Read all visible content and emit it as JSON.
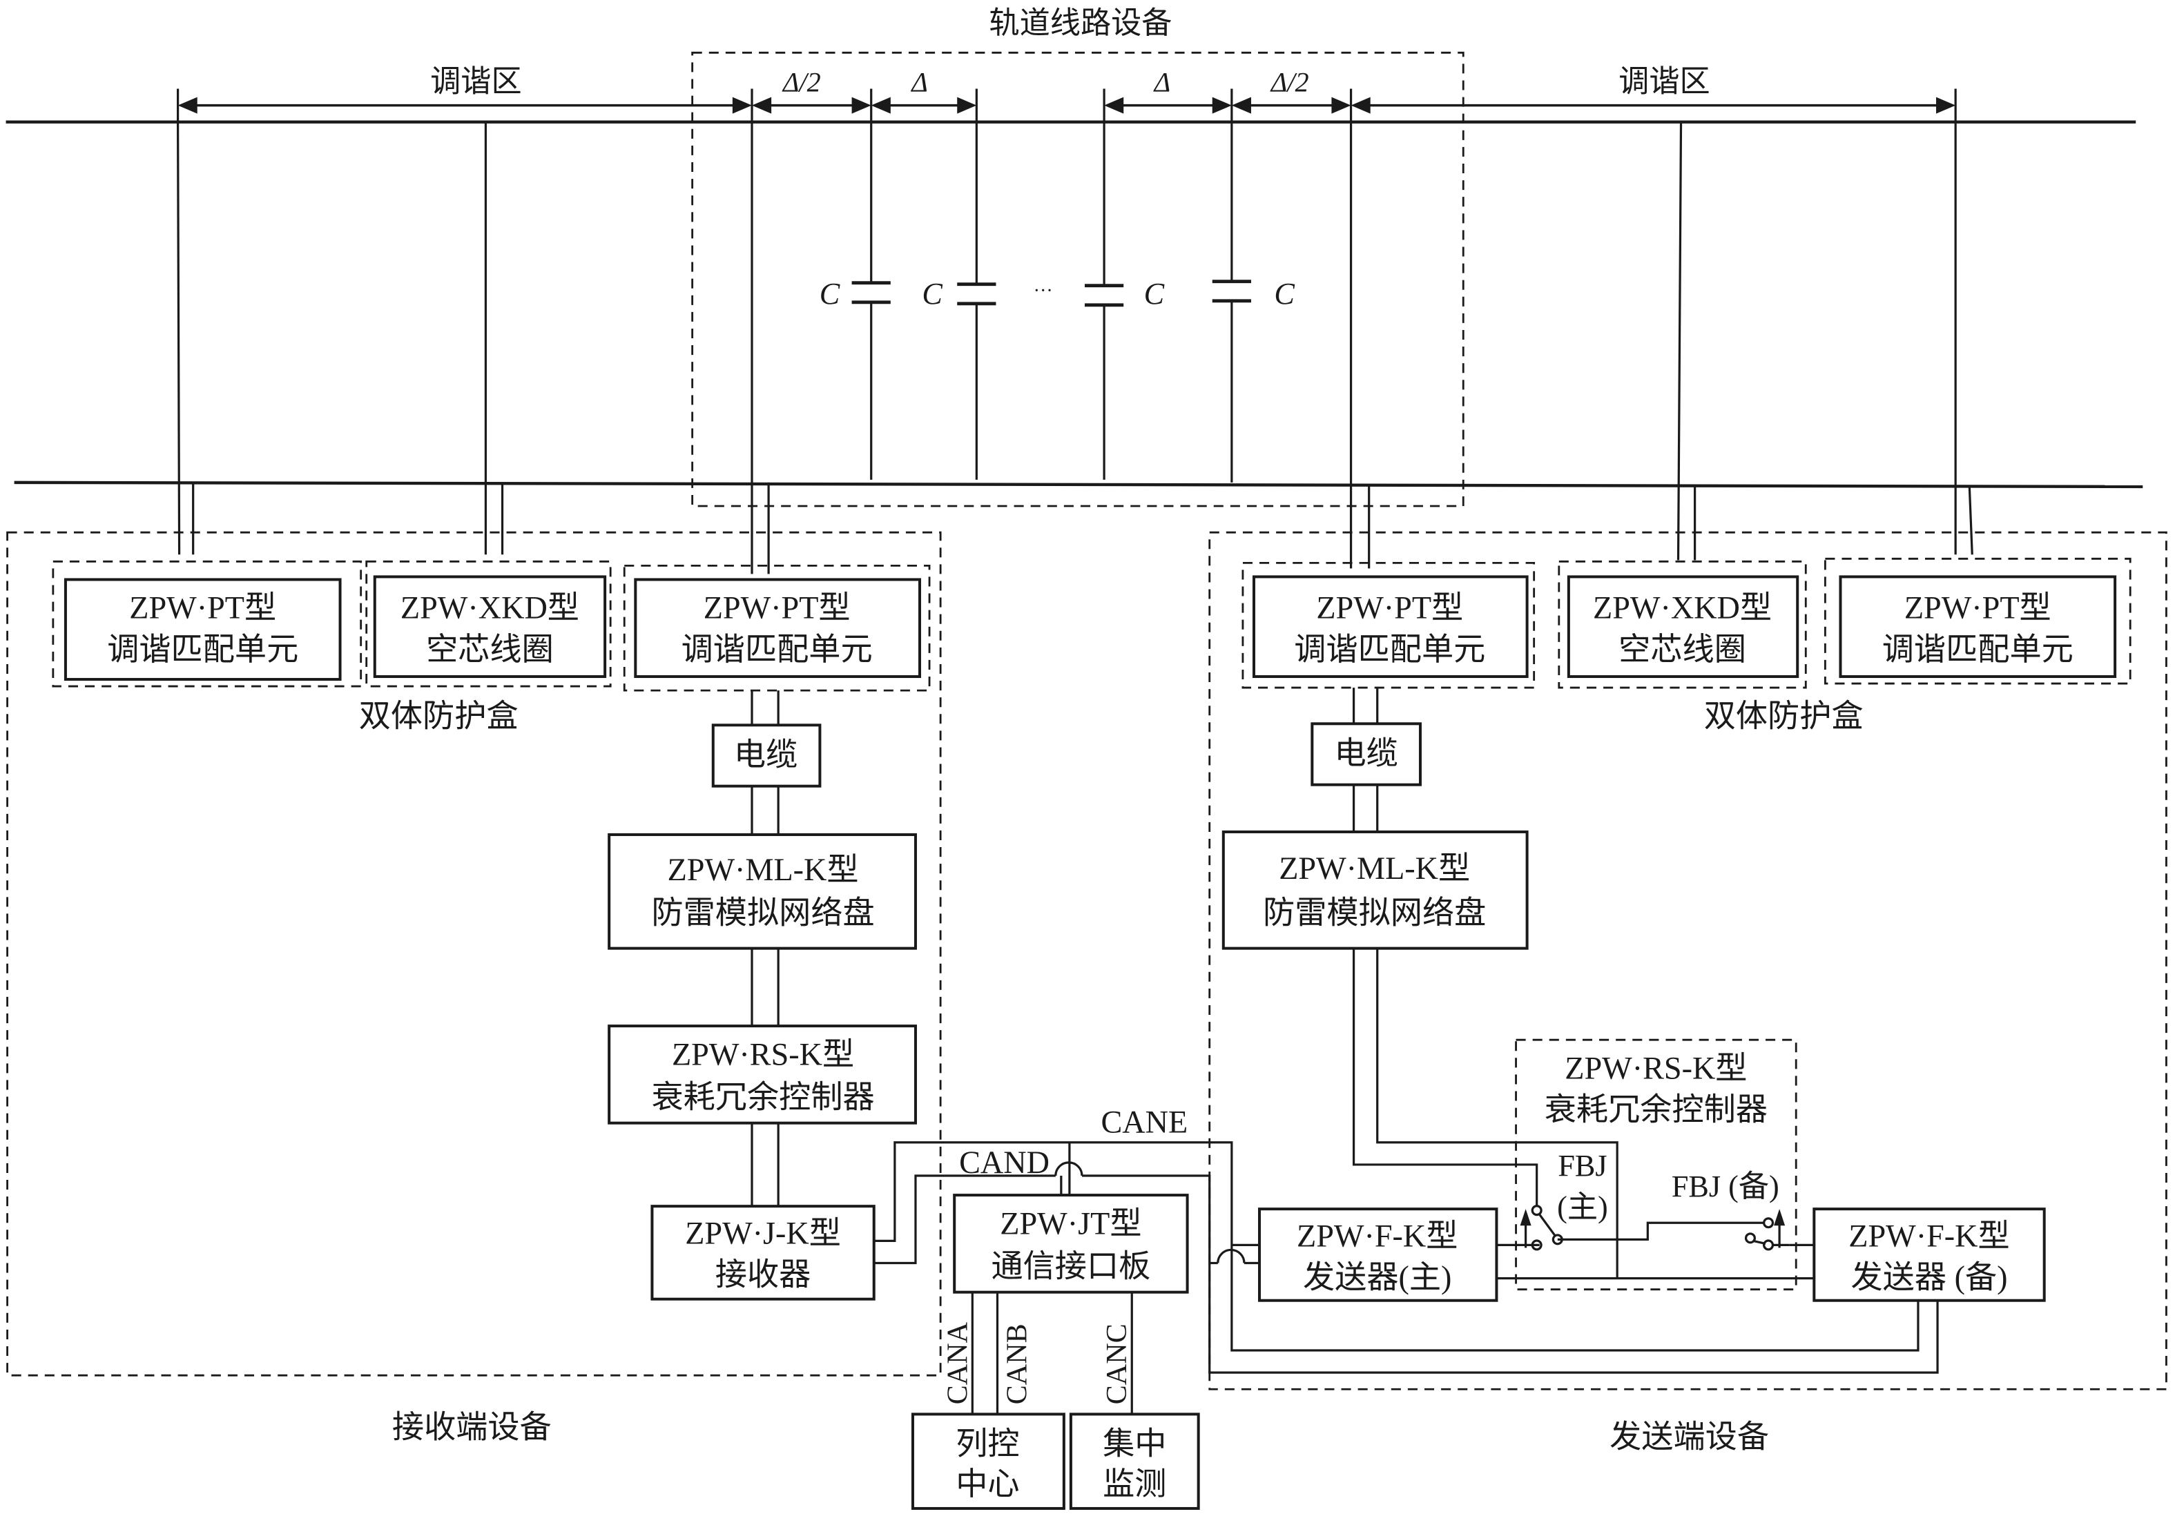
{
  "title": "轨道线路设备",
  "dimensions": {
    "tuning_zone_left": "调谐区",
    "tuning_zone_right": "调谐区",
    "half_delta": "Δ/2",
    "delta": "Δ",
    "capacitor": "C",
    "ellipsis": "···"
  },
  "receive_side": {
    "group_label": "接收端设备",
    "protection_box_label": "双体防护盒",
    "pt_unit_1": {
      "line1": "ZPW·PT型",
      "line2": "调谐匹配单元"
    },
    "xkd_coil": {
      "line1": "ZPW·XKD型",
      "line2": "空芯线圈"
    },
    "pt_unit_2": {
      "line1": "ZPW·PT型",
      "line2": "调谐匹配单元"
    },
    "cable": "电缆",
    "ml_k": {
      "line1": "ZPW·ML-K型",
      "line2": "防雷模拟网络盘"
    },
    "rs_k": {
      "line1": "ZPW·RS-K型",
      "line2": "衰耗冗余控制器"
    },
    "j_k": {
      "line1": "ZPW·J-K型",
      "line2": "接收器"
    }
  },
  "send_side": {
    "group_label": "发送端设备",
    "protection_box_label": "双体防护盒",
    "pt_unit_1": {
      "line1": "ZPW·PT型",
      "line2": "调谐匹配单元"
    },
    "xkd_coil": {
      "line1": "ZPW·XKD型",
      "line2": "空芯线圈"
    },
    "pt_unit_2": {
      "line1": "ZPW·PT型",
      "line2": "调谐匹配单元"
    },
    "cable": "电缆",
    "ml_k": {
      "line1": "ZPW·ML-K型",
      "line2": "防雷模拟网络盘"
    },
    "rs_k": {
      "line1": "ZPW·RS-K型",
      "line2": "衰耗冗余控制器"
    },
    "fbj_main": {
      "line1": "FBJ",
      "line2": "(主)"
    },
    "fbj_backup": "FBJ (备)",
    "f_k_main": {
      "line1": "ZPW·F-K型",
      "line2": "发送器(主)"
    },
    "f_k_backup": {
      "line1": "ZPW·F-K型",
      "line2": "发送器 (备)"
    }
  },
  "comm": {
    "jt": {
      "line1": "ZPW·JT型",
      "line2": "通信接口板"
    },
    "cane": "CANE",
    "cand": "CAND",
    "cana": "CANA",
    "canb": "CANB",
    "canc": "CANC",
    "train_control": {
      "line1": "列控",
      "line2": "中心"
    },
    "monitoring": {
      "line1": "集中",
      "line2": "监测"
    }
  }
}
